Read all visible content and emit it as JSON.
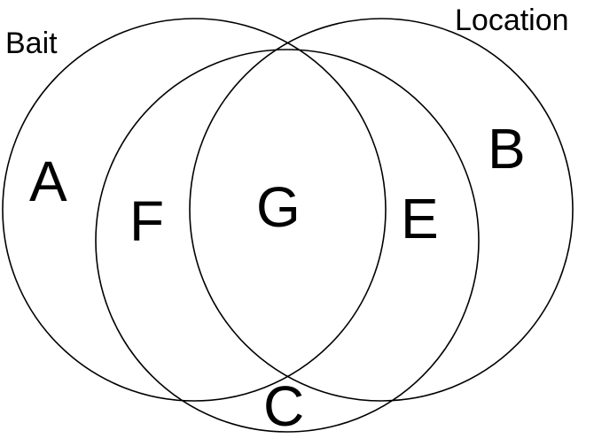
{
  "diagram": {
    "set_labels": {
      "bait": "Bait",
      "location": "Location"
    },
    "regions": {
      "a": "A",
      "b": "B",
      "c": "C",
      "e": "E",
      "f": "F",
      "g": "G"
    },
    "colors": {
      "stroke": "#000000",
      "background": "#ffffff"
    }
  }
}
